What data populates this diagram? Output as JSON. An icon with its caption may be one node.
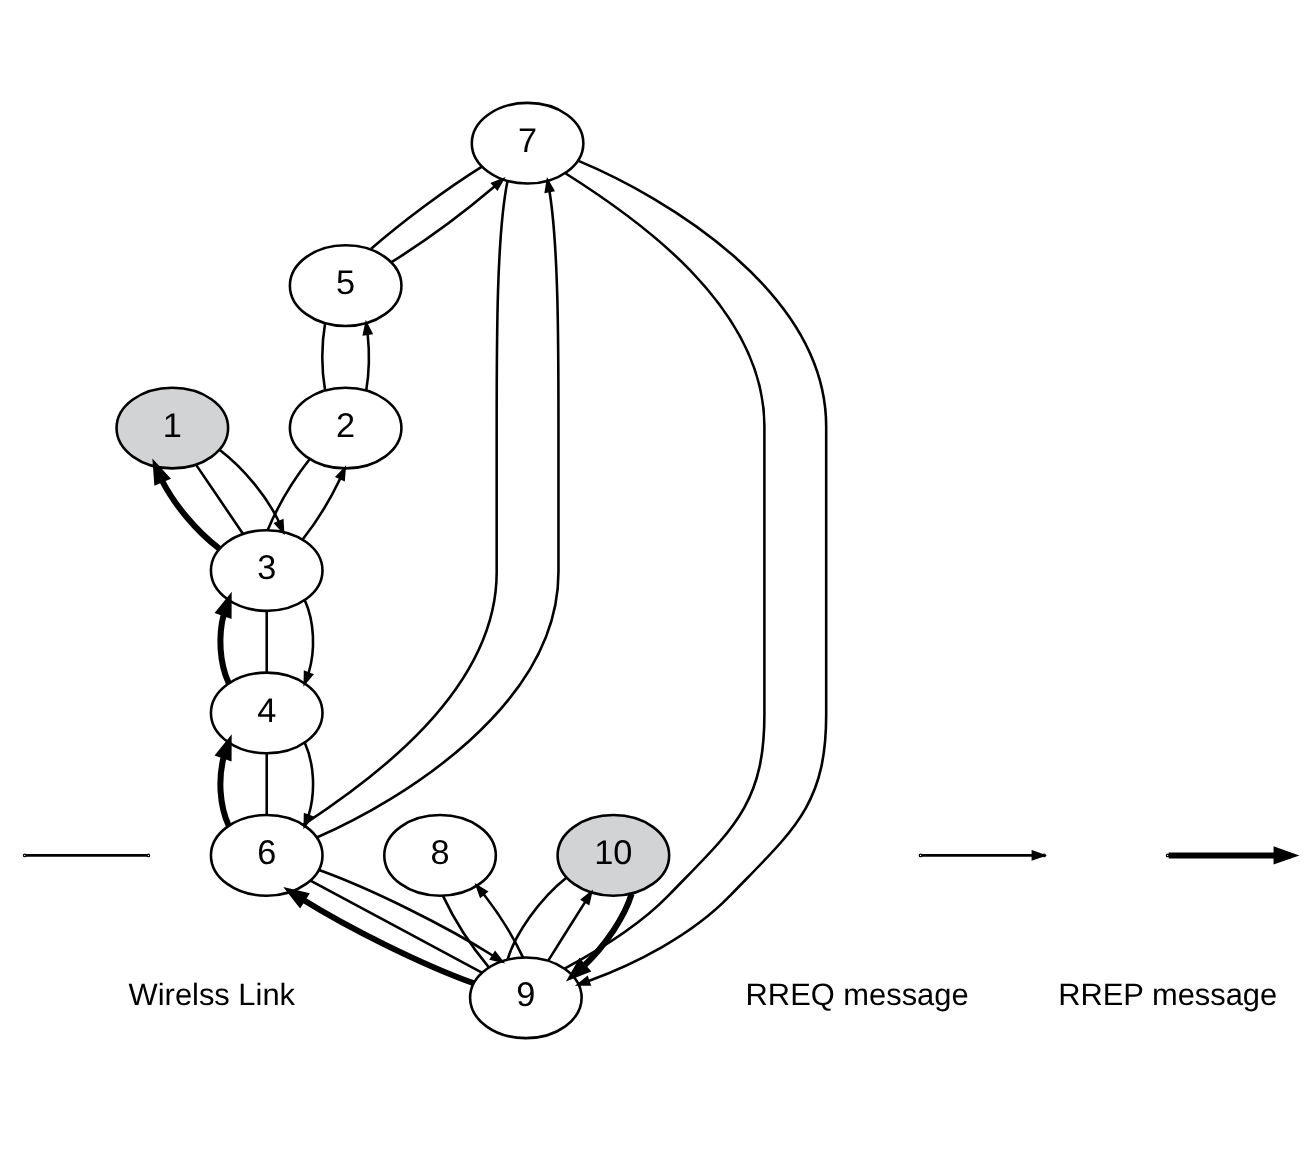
{
  "diagram": {
    "nodes": [
      {
        "text": [
          "8"
        ]
      },
      {
        "text": [
          "9"
        ]
      },
      {
        "text": [
          "10"
        ]
      },
      {
        "text": [
          "6"
        ]
      },
      {
        "text": [
          "4"
        ]
      },
      {
        "text": [
          "7"
        ]
      },
      {
        "text": [
          "5"
        ]
      },
      {
        "text": [
          "3"
        ]
      },
      {
        "text": [
          "2"
        ]
      },
      {
        "text": [
          "1"
        ]
      }
    ],
    "edges": [
      {
        "from": 9,
        "to": 7,
        "arrow": "none"
      },
      {
        "from": 7,
        "to": 4,
        "arrow": "none"
      },
      {
        "from": 7,
        "to": 8,
        "arrow": "none"
      },
      {
        "from": 8,
        "to": 6,
        "arrow": "none"
      },
      {
        "from": 6,
        "to": 5,
        "arrow": "none"
      },
      {
        "from": 4,
        "to": 3,
        "arrow": "none"
      },
      {
        "from": 3,
        "to": 5,
        "arrow": "none"
      },
      {
        "from": 3,
        "to": 1,
        "arrow": "none"
      },
      {
        "from": 5,
        "to": 1,
        "arrow": "none"
      },
      {
        "from": 1,
        "to": 0,
        "arrow": "none"
      },
      {
        "from": 1,
        "to": 2,
        "arrow": "none"
      },
      {
        "from": 9,
        "to": 7,
        "arrow": "to"
      },
      {
        "from": 7,
        "to": 4,
        "arrow": "to"
      },
      {
        "from": 7,
        "to": 8,
        "arrow": "to"
      },
      {
        "from": 8,
        "to": 6,
        "arrow": "to"
      },
      {
        "from": 6,
        "to": 5,
        "arrow": "to"
      },
      {
        "from": 4,
        "to": 3,
        "arrow": "to"
      },
      {
        "from": 3,
        "to": 5,
        "arrow": "to"
      },
      {
        "from": 3,
        "to": 1,
        "arrow": "to"
      },
      {
        "from": 5,
        "to": 1,
        "arrow": "to"
      },
      {
        "from": 1,
        "to": 0,
        "arrow": "to"
      },
      {
        "from": 1,
        "to": 2,
        "arrow": "to"
      },
      {
        "from": 2,
        "to": 1,
        "arrow": "to",
        "style": "thick"
      },
      {
        "from": 1,
        "to": 3,
        "arrow": "to",
        "style": "thick"
      },
      {
        "from": 3,
        "to": 4,
        "arrow": "to",
        "style": "thick"
      },
      {
        "from": 4,
        "to": 7,
        "arrow": "to",
        "style": "thick"
      },
      {
        "from": 7,
        "to": 9,
        "arrow": "to",
        "style": "thick"
      }
    ],
    "legend": [
      {
        "text": "Wirelss Link"
      },
      {
        "text": "RREQ message"
      },
      {
        "text": "RREP message"
      }
    ]
  }
}
